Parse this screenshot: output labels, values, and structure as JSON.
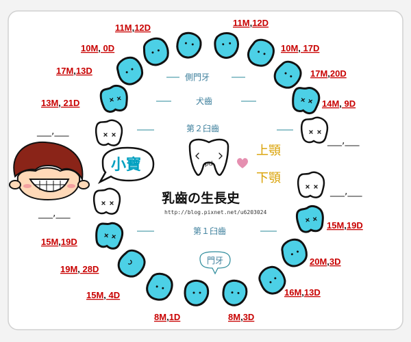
{
  "title": "乳齒の生長史",
  "url": "http://blog.pixnet.net/u6203024",
  "name_label": "小寶",
  "jaw_upper": "上顎",
  "jaw_lower": "下顎",
  "tooth_types": {
    "front": "門牙",
    "side_front": "側門牙",
    "canine": "犬齒",
    "second_molar": "第２臼齒",
    "first_molar": "第１臼齒"
  },
  "upper_left": [
    {
      "month": "11M",
      "day": "12D"
    },
    {
      "month": "10M",
      "day": "0D"
    },
    {
      "month": "17M",
      "day": "13D"
    },
    {
      "month": "13M",
      "day": "21D"
    },
    {
      "month": "",
      "day": ""
    }
  ],
  "upper_right": [
    {
      "month": "11M",
      "day": "12D"
    },
    {
      "month": "10M",
      "day": "17D"
    },
    {
      "month": "17M",
      "day": "20D"
    },
    {
      "month": "14M",
      "day": "9D"
    },
    {
      "month": "",
      "day": ""
    }
  ],
  "lower_left": [
    {
      "month": "",
      "day": ""
    },
    {
      "month": "15M",
      "day": "19D"
    },
    {
      "month": "19M",
      "day": "28D"
    },
    {
      "month": "15M",
      "day": "4D"
    },
    {
      "month": "8M",
      "day": "1D"
    }
  ],
  "lower_right": [
    {
      "month": "",
      "day": ""
    },
    {
      "month": "15M",
      "day": "19D"
    },
    {
      "month": "20M",
      "day": "3D"
    },
    {
      "month": "16M",
      "day": "13D"
    },
    {
      "month": "8M",
      "day": "3D"
    }
  ],
  "colors": {
    "tooth_erupted": "#4cd0e6",
    "tooth_pending": "#ffffff",
    "label": "#c80000",
    "caption": "#3d7f9c",
    "jaw_label": "#d9a000",
    "heart": "#e58fb0"
  }
}
